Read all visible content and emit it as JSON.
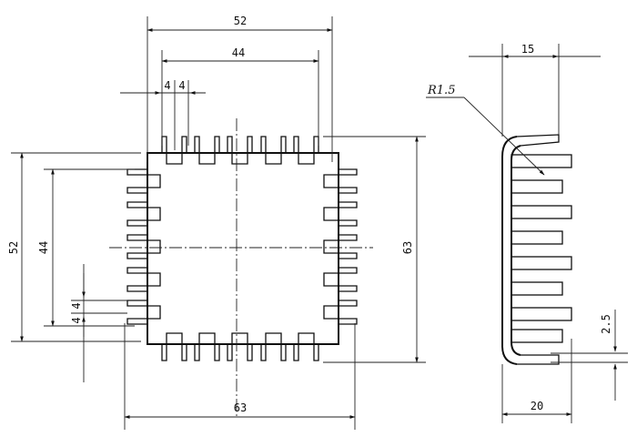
{
  "drawing": {
    "front_view": {
      "top_overall_width": "52",
      "top_inner_width": "44",
      "fin_pitch_a": "4",
      "fin_pitch_b": "4",
      "left_overall_height": "52",
      "left_inner_height": "44",
      "left_pitch_a": "4",
      "left_pitch_b": "4",
      "right_height": "63",
      "bottom_width": "63"
    },
    "side_view": {
      "radius_label": "R1.5",
      "top_width": "15",
      "bottom_width": "20",
      "fin_thickness": "2.5"
    }
  }
}
